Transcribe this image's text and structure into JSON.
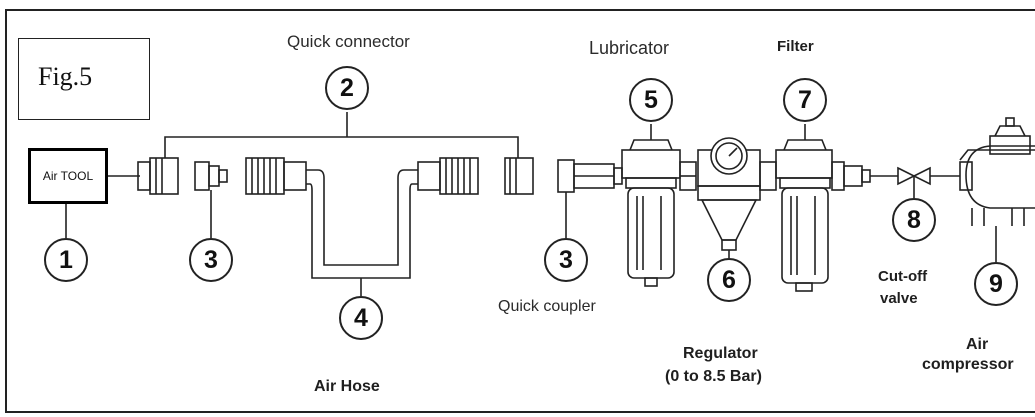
{
  "figure": {
    "fig_label": "Fig.5",
    "tool_label": "Air TOOL",
    "labels": {
      "quick_connector": "Quick connector",
      "lubricator": "Lubricator",
      "filter": "Filter",
      "quick_coupler": "Quick coupler",
      "air_hose": "Air Hose",
      "regulator_line1": "Regulator",
      "regulator_line2": "(0 to 8.5 Bar)",
      "cutoff_line1": "Cut-off",
      "cutoff_line2": "valve",
      "compressor_line1": "Air",
      "compressor_line2": "compressor"
    },
    "numbers": {
      "n1": "1",
      "n2": "2",
      "n3a": "3",
      "n3b": "3",
      "n4": "4",
      "n5": "5",
      "n6": "6",
      "n7": "7",
      "n8": "8",
      "n9": "9"
    },
    "colors": {
      "line": "#222222",
      "background": "#ffffff"
    }
  }
}
